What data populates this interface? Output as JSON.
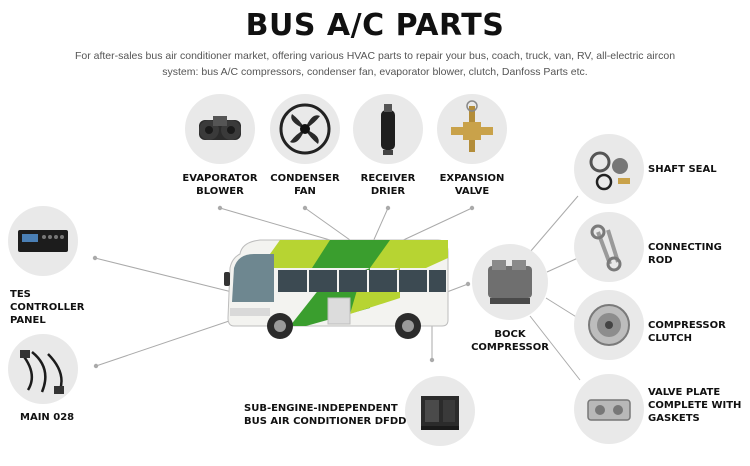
{
  "header": {
    "title": "BUS A/C PARTS",
    "subtitle": "For after-sales bus air conditioner market, offering various HVAC parts to repair your bus, coach, truck, van, RV, all-electric aircon system: bus A/C compressors, condenser fan, evaporator blower, clutch, Danfoss Parts etc."
  },
  "parts": {
    "evaporator_blower": {
      "label": "EVAPORATOR BLOWER",
      "line1": "EVAPORATOR",
      "line2": "BLOWER"
    },
    "condenser_fan": {
      "label": "CONDENSER FAN",
      "line1": "CONDENSER",
      "line2": "FAN"
    },
    "receiver_drier": {
      "label": "RECEIVER DRIER",
      "line1": "RECEIVER",
      "line2": "DRIER"
    },
    "expansion_valve": {
      "label": "EXPANSION VALVE",
      "line1": "EXPANSION",
      "line2": "VALVE"
    },
    "shaft_seal": {
      "line1": "SHAFT SEAL"
    },
    "connecting_rod": {
      "line1": "CONNECTING",
      "line2": "ROD"
    },
    "compressor_clutch": {
      "line1": "COMPRESSOR",
      "line2": "CLUTCH"
    },
    "valve_plate": {
      "line1": "VALVE PLATE",
      "line2": "COMPLETE WITH",
      "line3": "GASKETS"
    },
    "bock_compressor": {
      "line1": "BOCK",
      "line2": "COMPRESSOR"
    },
    "tes_panel": {
      "line1": "TES",
      "line2": "CONTROLLER",
      "line3": "PANEL"
    },
    "main_028": {
      "line1": "MAIN 028"
    },
    "sub_engine": {
      "line1": "SUB-ENGINE-INDEPENDENT",
      "line2": "BUS AIR CONDITIONER DFDD"
    }
  },
  "colors": {
    "circle_bg": "#e9e9e9",
    "connector": "#aaaaaa",
    "bus_green": "#3a9e2e",
    "bus_lime": "#b7d432",
    "bus_body": "#f3f3f0"
  },
  "icons": {
    "evaporator_blower": "blower-icon",
    "condenser_fan": "fan-icon",
    "receiver_drier": "drier-icon",
    "expansion_valve": "valve-icon",
    "shaft_seal": "seal-kit-icon",
    "connecting_rod": "rod-icon",
    "compressor_clutch": "clutch-icon",
    "valve_plate": "valve-plate-icon",
    "bock_compressor": "compressor-icon",
    "tes_panel": "controller-panel-icon",
    "main_028": "wiring-harness-icon",
    "sub_engine": "ac-unit-icon"
  }
}
